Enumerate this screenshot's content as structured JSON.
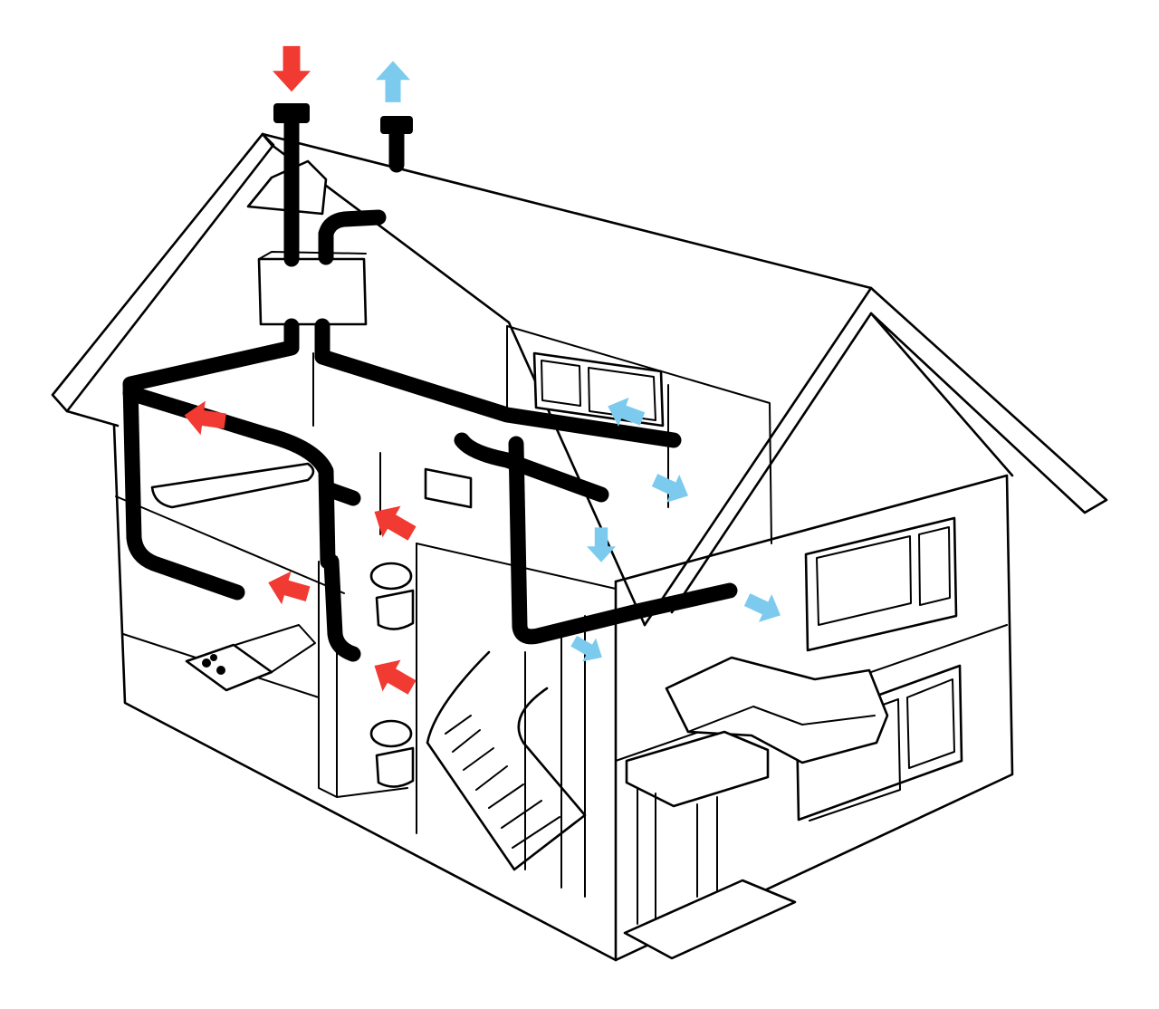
{
  "colors": {
    "supply_air": "#f03a32",
    "exhaust_air": "#7ccbef",
    "duct": "#000000",
    "outline": "#000000",
    "background": "#ffffff"
  },
  "flows": {
    "supply": [
      {
        "id": "intake-roof",
        "dir": "down"
      },
      {
        "id": "bathroom-upper",
        "dir": "left"
      },
      {
        "id": "toilet-upper",
        "dir": "in"
      },
      {
        "id": "kitchen",
        "dir": "left"
      },
      {
        "id": "toilet-lower",
        "dir": "in"
      }
    ],
    "exhaust": [
      {
        "id": "exhaust-roof",
        "dir": "up"
      },
      {
        "id": "bedroom-window",
        "dir": "in"
      },
      {
        "id": "bedroom-out",
        "dir": "out"
      },
      {
        "id": "hall-down",
        "dir": "down"
      },
      {
        "id": "living-right",
        "dir": "out"
      },
      {
        "id": "stair-out",
        "dir": "out"
      }
    ]
  }
}
